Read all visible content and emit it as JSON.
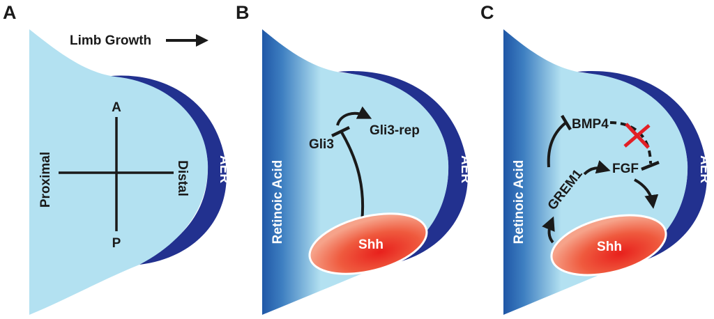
{
  "panels": {
    "a": {
      "letter": "A",
      "title": "Limb Growth",
      "anterior": "A",
      "posterior": "P",
      "proximal": "Proximal",
      "distal": "Distal",
      "aer": "AER"
    },
    "b": {
      "letter": "B",
      "retinoic_acid": "Retinoic Acid",
      "gli3": "Gli3",
      "gli3_rep": "Gli3-rep",
      "shh": "Shh",
      "aer": "AER"
    },
    "c": {
      "letter": "C",
      "retinoic_acid": "Retinoic Acid",
      "bmp4": "BMP4",
      "grem1": "GREM1",
      "fgf": "FGF",
      "shh": "Shh",
      "aer": "AER"
    }
  },
  "colors": {
    "limb_fill": "#b3e1f1",
    "aer": "#22318f",
    "retinoic_acid_gradient": "#1f56a6",
    "shh_center": "#e8201c",
    "shh_edge": "#f6a38a",
    "inhibition_cross": "#e21f26",
    "ink": "#1a1a1a"
  }
}
